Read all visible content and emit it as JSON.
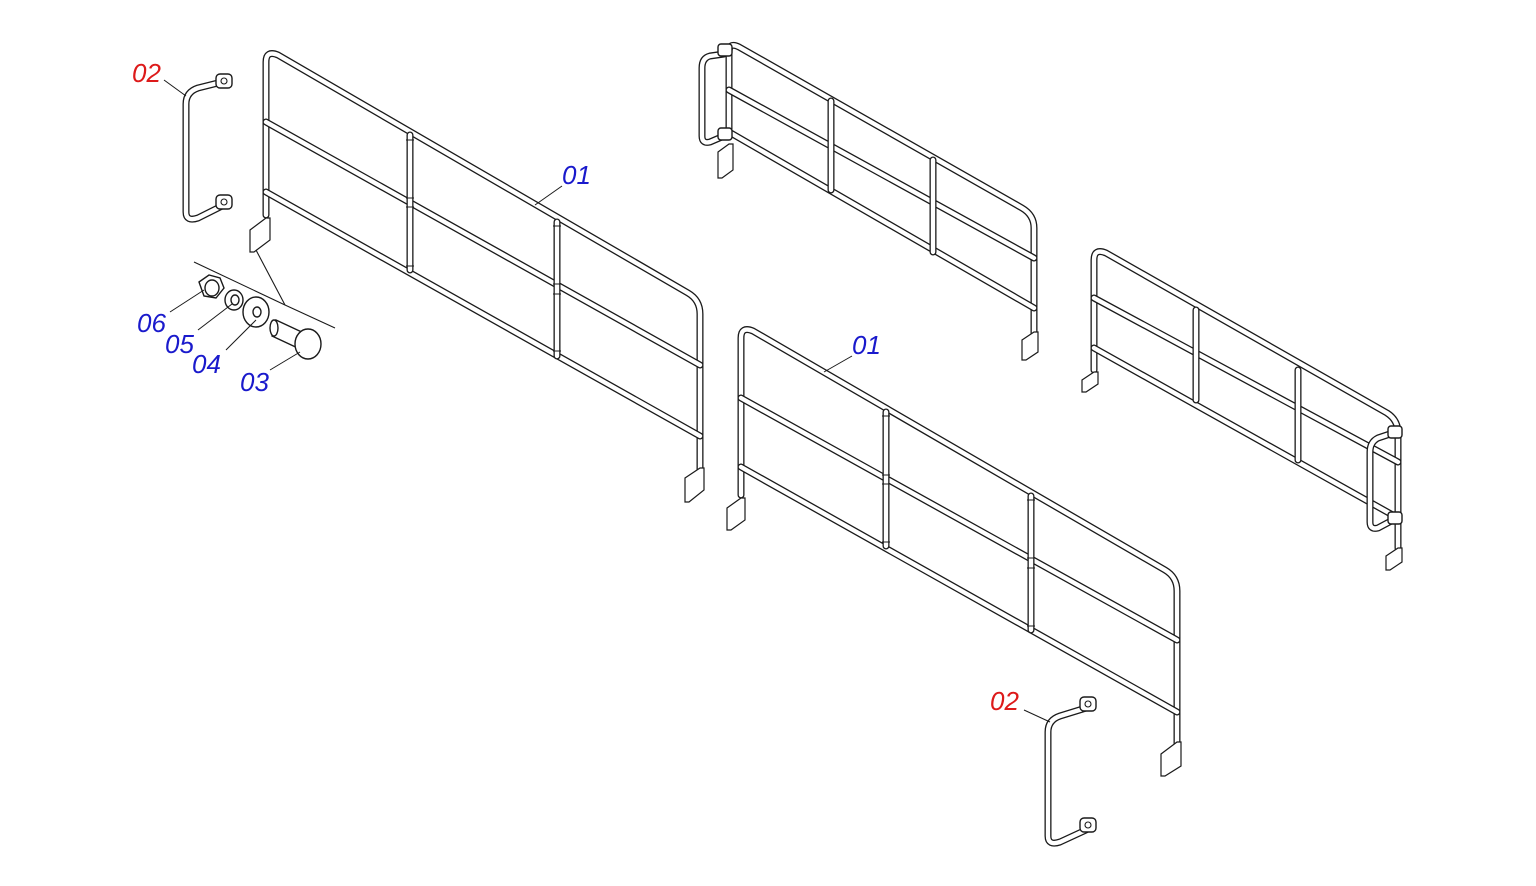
{
  "colors": {
    "line": "#1a1a1a",
    "callout_main": "#1a1acc",
    "callout_accent": "#dd1a1a",
    "background": "#ffffff"
  },
  "callouts": {
    "c01_a": "01",
    "c01_b": "01",
    "c02_a": "02",
    "c02_b": "02",
    "c03": "03",
    "c04": "04",
    "c05": "05",
    "c06": "06"
  }
}
